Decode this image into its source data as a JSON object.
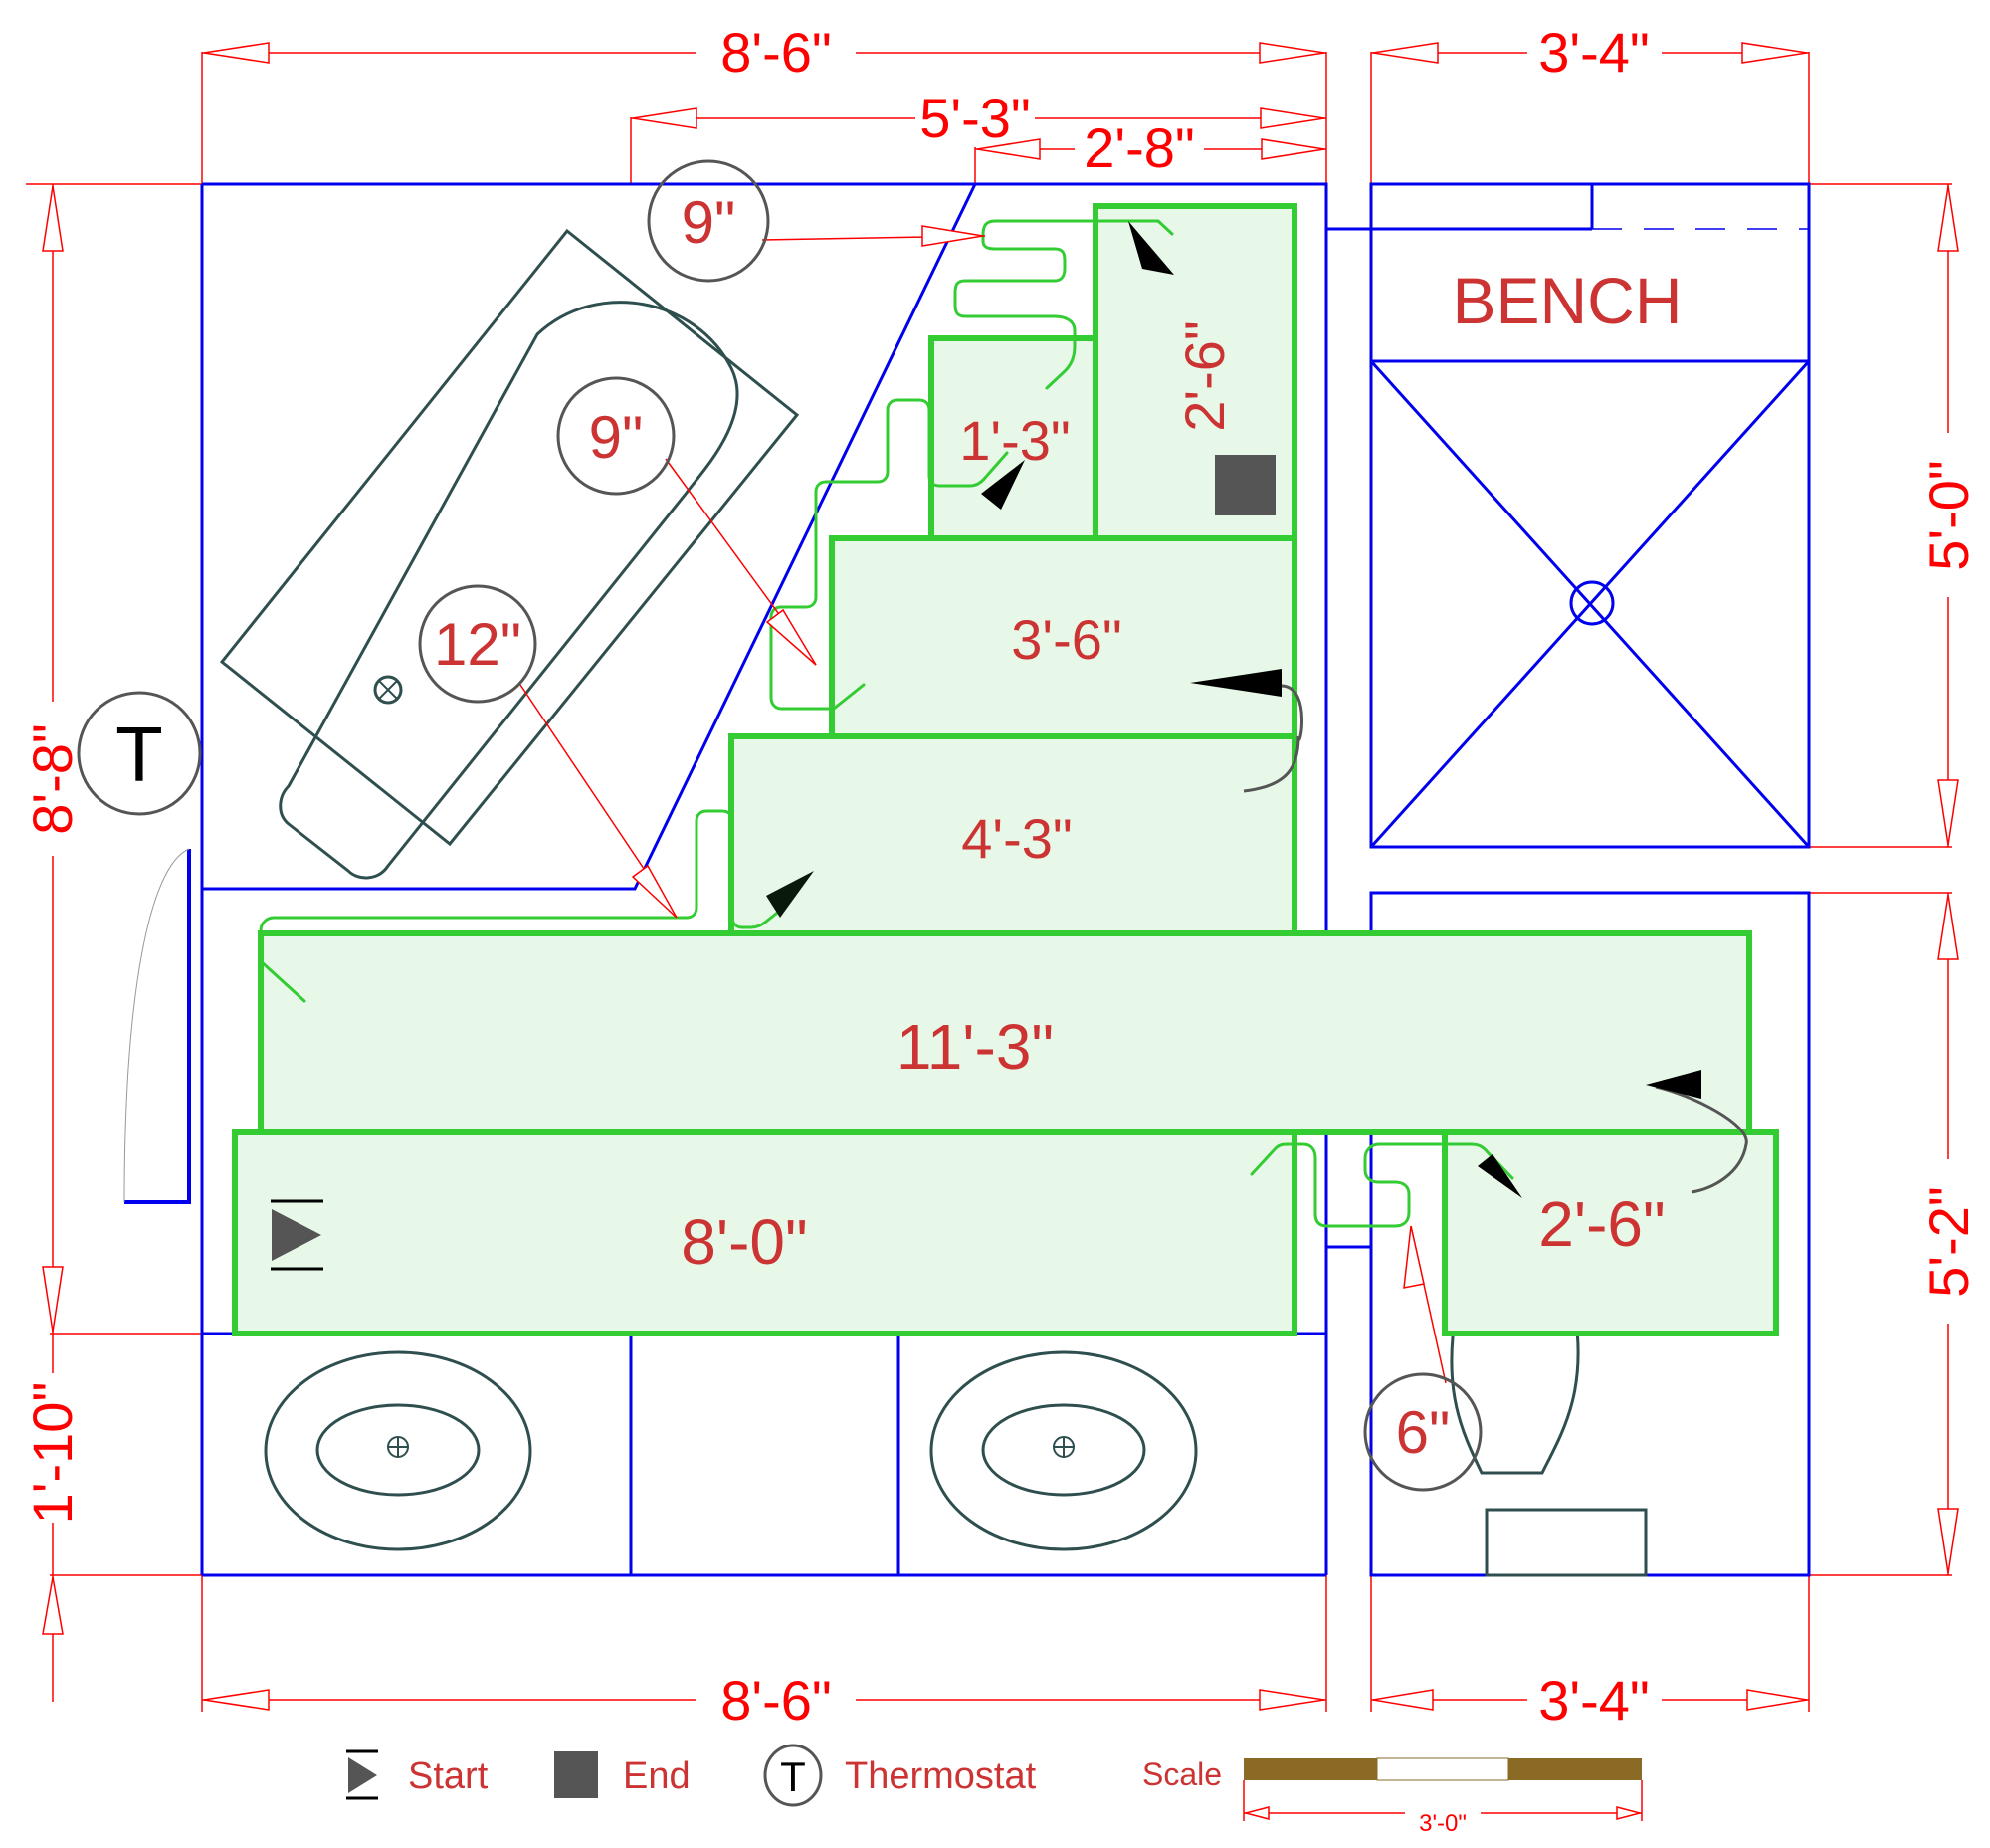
{
  "plan": {
    "title": "Bathroom floor heating layout",
    "dimensions": {
      "top_overall": "8'-6\"",
      "top_right": "3'-4\"",
      "top_mid": "5'-3\"",
      "top_inner": "2'-8\"",
      "left_overall": "8'-8\"",
      "left_lower": "1'-10\"",
      "right_upper": "5'-0\"",
      "right_lower": "5'-2\"",
      "bottom_overall": "8'-6\"",
      "bottom_right": "3'-4\""
    },
    "mats": [
      {
        "id": "mat-2-6-vertical",
        "label": "2'-6\""
      },
      {
        "id": "mat-1-3",
        "label": "1'-3\""
      },
      {
        "id": "mat-3-6",
        "label": "3'-6\""
      },
      {
        "id": "mat-4-3",
        "label": "4'-3\""
      },
      {
        "id": "mat-11-3",
        "label": "11'-3\""
      },
      {
        "id": "mat-8-0",
        "label": "8'-0\""
      },
      {
        "id": "mat-2-6-toilet",
        "label": "2'-6\""
      }
    ],
    "callouts": [
      {
        "id": "spacing-top",
        "label": "9\""
      },
      {
        "id": "spacing-tub",
        "label": "9\""
      },
      {
        "id": "spacing-tub-drain",
        "label": "12\""
      },
      {
        "id": "spacing-toilet",
        "label": "6\""
      }
    ],
    "fixtures": {
      "bench_label": "BENCH",
      "thermostat_symbol": "T"
    }
  },
  "legend": {
    "start_label": "Start",
    "end_label": "End",
    "thermostat_label": "Thermostat",
    "thermostat_symbol": "T",
    "scale_label": "Scale",
    "scale_value": "3'-0\""
  },
  "colors": {
    "wall": "#0000ee",
    "dimension": "#ff0000",
    "mat_outline": "#33cc33",
    "mat_fill": "#e8f8e8",
    "label": "#cc3333",
    "scale_bar": "#8b6a25"
  }
}
